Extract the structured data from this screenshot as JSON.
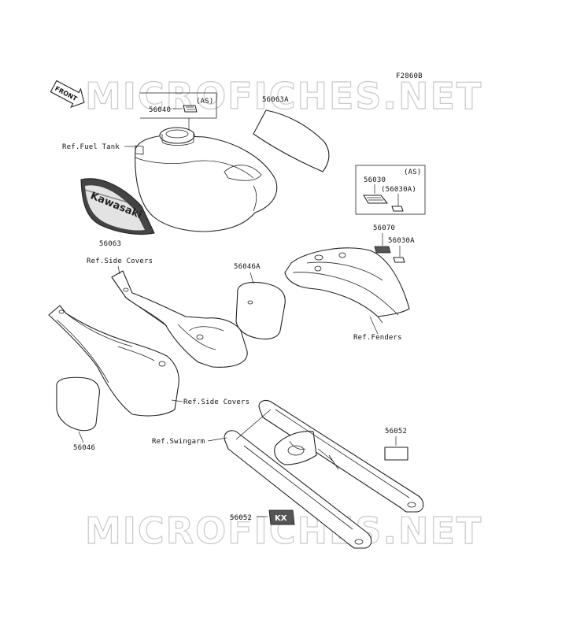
{
  "watermark": "MICROFICHES.NET",
  "figure_code": "F2860B",
  "front_label": "FRONT",
  "decal_logo_text": "Kawasaki",
  "swingarm_decal_text": "KX",
  "labels": {
    "p56040": "56040",
    "p56040_as": "(AS)",
    "p56063A": "56063A",
    "ref_fuel_tank": "Ref.Fuel Tank",
    "p56063": "56063",
    "p56030": "56030",
    "p56030_as": "(AS)",
    "p56030A_paren": "(56030A)",
    "p56070": "56070",
    "p56030A": "56030A",
    "ref_side_covers_top": "Ref.Side Covers",
    "p56046A": "56046A",
    "ref_fenders": "Ref.Fenders",
    "ref_side_covers_bottom": "Ref.Side Covers",
    "p56046": "56046",
    "ref_swingarm": "Ref.Swingarm",
    "p56052_top": "56052",
    "p56052_bottom": "56052"
  },
  "colors": {
    "line": "#222222",
    "watermark": "#c9c9c9",
    "decal_dark": "#333333"
  }
}
